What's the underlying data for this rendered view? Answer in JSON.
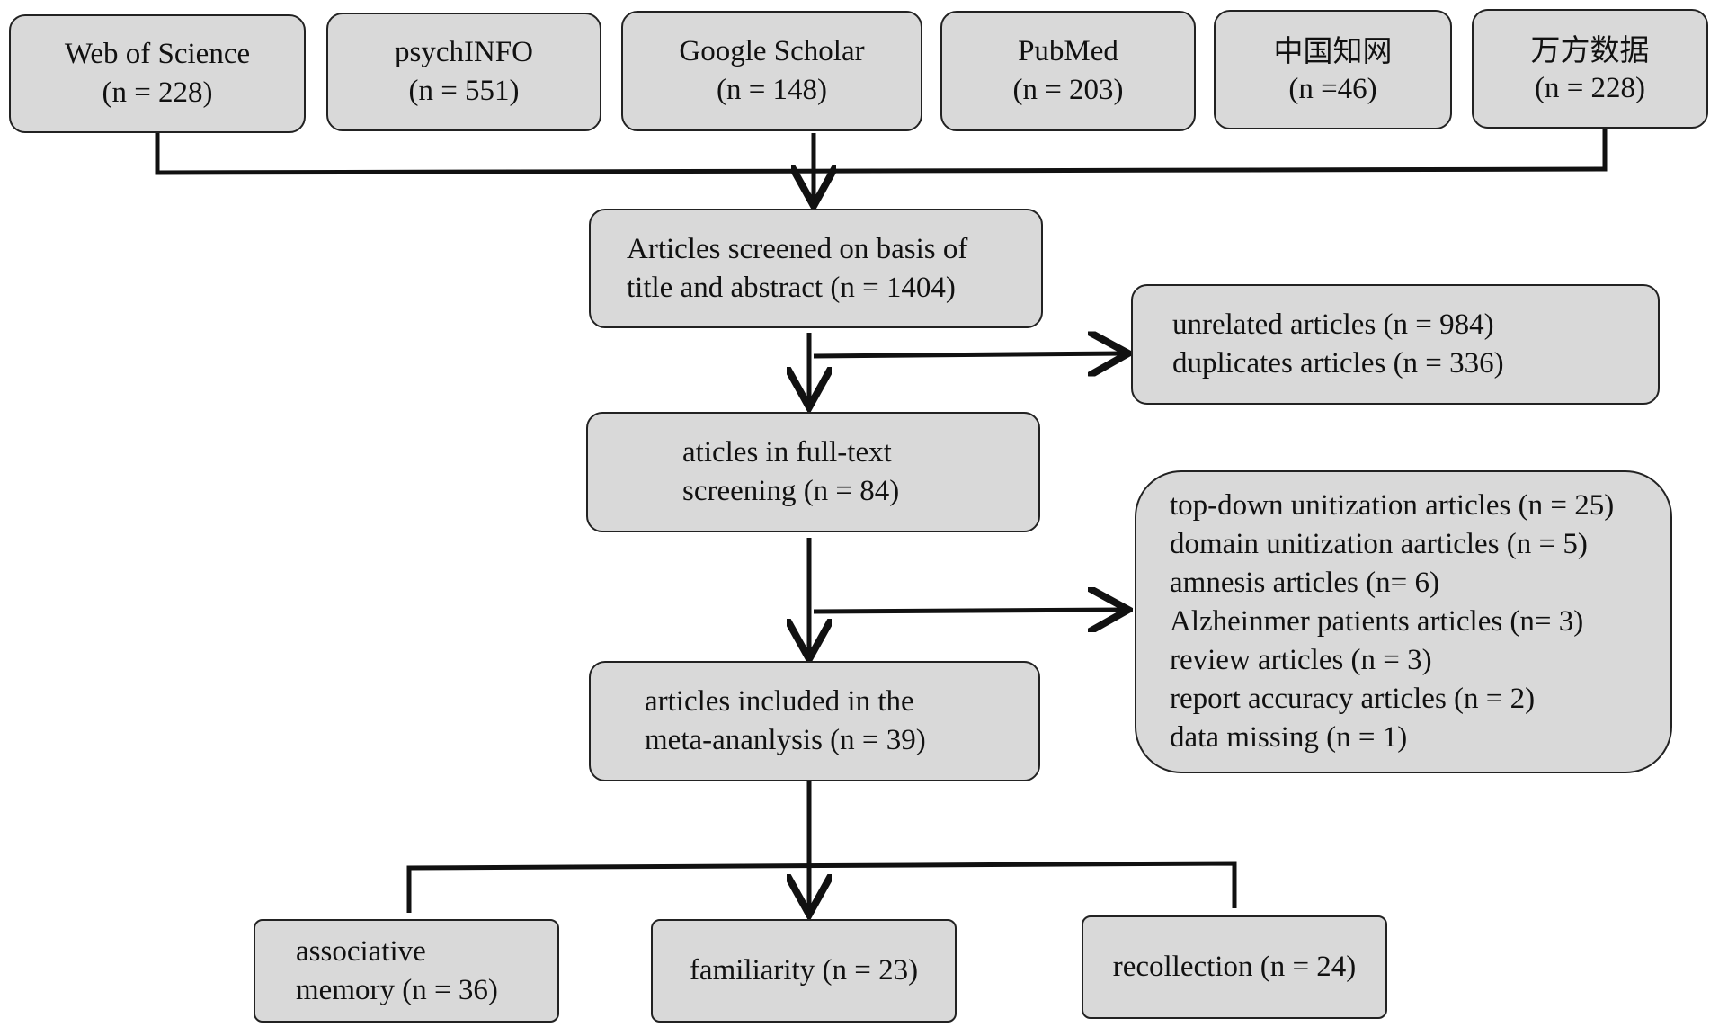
{
  "sources": [
    {
      "name": "Web of Science",
      "count": "(n = 228)"
    },
    {
      "name": "psychINFO",
      "count": "(n = 551)"
    },
    {
      "name": "Google Scholar",
      "count": "(n = 148)"
    },
    {
      "name": "PubMed",
      "count": "(n = 203)"
    },
    {
      "name": "中国知网",
      "count": "(n =46)"
    },
    {
      "name": "万方数据",
      "count": "(n = 228)"
    }
  ],
  "screened": {
    "line1": "Articles screened on basis of",
    "line2": "title and abstract (n = 1404)"
  },
  "excluded_first": [
    "unrelated articles (n = 984)",
    "duplicates articles (n = 336)"
  ],
  "fulltext": {
    "line1": "aticles in full-text",
    "line2": "screening (n = 84)"
  },
  "excluded_second": [
    "top-down unitization articles (n = 25)",
    "domain unitization aarticles (n = 5)",
    "amnesis articles (n= 6)",
    "Alzheinmer patients articles (n= 3)",
    "review articles (n = 3)",
    "report accuracy articles (n = 2)",
    "data missing (n = 1)"
  ],
  "included": {
    "line1": "articles included in the",
    "line2": "meta-ananlysis (n = 39)"
  },
  "outcomes": {
    "associative": {
      "line1": "associative",
      "line2": "memory (n = 36)"
    },
    "familiarity": "familiarity (n = 23)",
    "recollection": "recollection (n = 24)"
  },
  "colors": {
    "box_fill": "#d9d9d9",
    "stroke": "#111111"
  }
}
